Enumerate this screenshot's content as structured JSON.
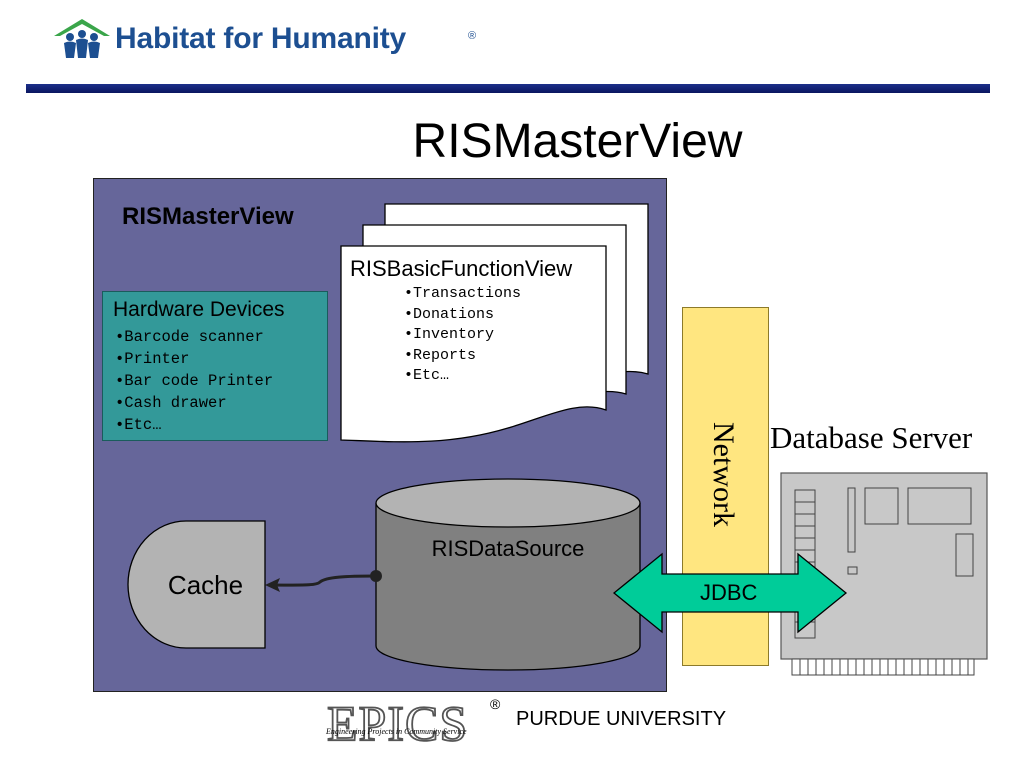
{
  "header": {
    "logo_text": "Habitat for Humanity",
    "logo_registered": "®"
  },
  "slide": {
    "title": "RISMasterView"
  },
  "diagram": {
    "main_box_label": "RISMasterView",
    "hardware": {
      "title": "Hardware Devices",
      "items": [
        "•Barcode scanner",
        "•Printer",
        "•Bar code Printer",
        "•Cash drawer",
        "•Etc…"
      ]
    },
    "function_view": {
      "title": "RISBasicFunctionView",
      "items": [
        "•Transactions",
        "•Donations",
        "•Inventory",
        "•Reports",
        "•Etc…"
      ]
    },
    "data_source_label": "RISDataSource",
    "cache_label": "Cache",
    "network_label": "Network",
    "jdbc_label": "JDBC",
    "database_label": "Database Server"
  },
  "footer": {
    "epics_logo": "EPICS",
    "epics_registered": "®",
    "epics_tagline": "Engineering Projects in Community Service",
    "university": "PURDUE UNIVERSITY"
  },
  "colors": {
    "brand_blue": "#1d4f91",
    "brand_green": "#3aa54a",
    "main_box": "#66669a",
    "hardware_box": "#339999",
    "network": "#ffe680",
    "jdbc_arrow": "#00cc99",
    "cylinder": "#808080",
    "cache": "#b3b3b3",
    "server": "#c8c8c8"
  }
}
